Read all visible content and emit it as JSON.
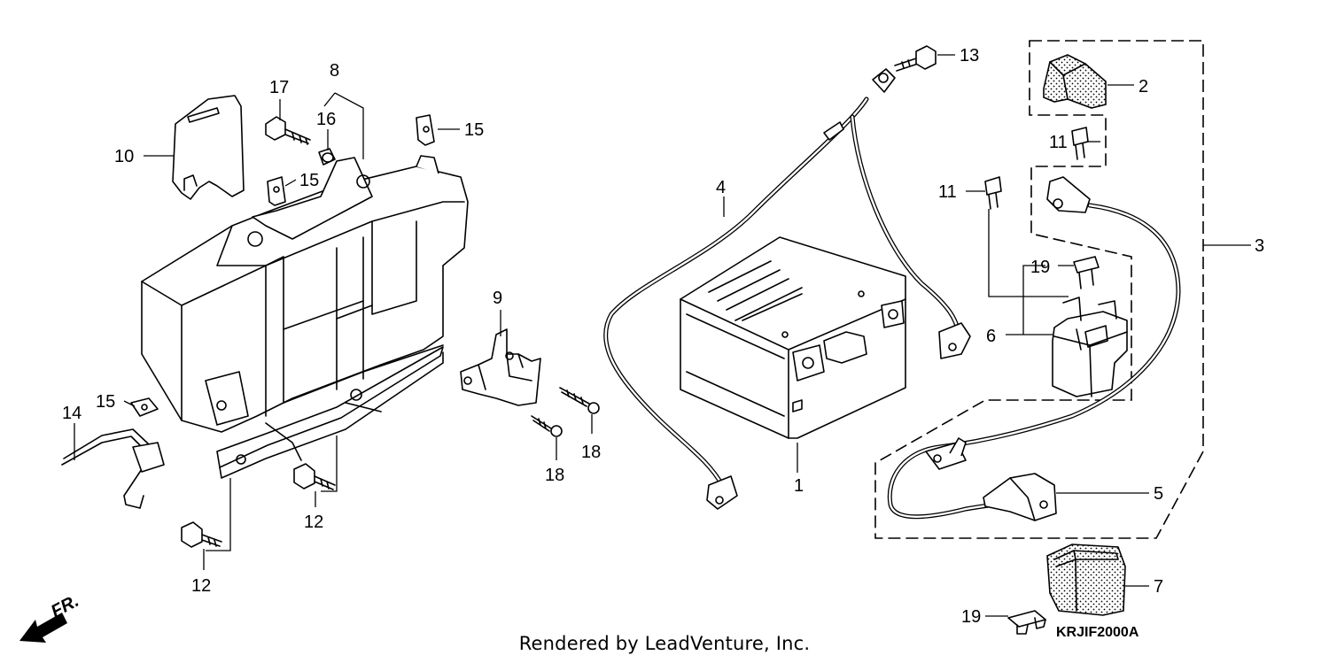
{
  "callouts": [
    {
      "id": "c1",
      "label": "1"
    },
    {
      "id": "c2",
      "label": "2"
    },
    {
      "id": "c3",
      "label": "3"
    },
    {
      "id": "c4",
      "label": "4"
    },
    {
      "id": "c5",
      "label": "5"
    },
    {
      "id": "c6",
      "label": "6"
    },
    {
      "id": "c7",
      "label": "7"
    },
    {
      "id": "c8",
      "label": "8"
    },
    {
      "id": "c9",
      "label": "9"
    },
    {
      "id": "c10",
      "label": "10"
    },
    {
      "id": "c11a",
      "label": "11"
    },
    {
      "id": "c11b",
      "label": "11"
    },
    {
      "id": "c12a",
      "label": "12"
    },
    {
      "id": "c12b",
      "label": "12"
    },
    {
      "id": "c13",
      "label": "13"
    },
    {
      "id": "c14",
      "label": "14"
    },
    {
      "id": "c15a",
      "label": "15"
    },
    {
      "id": "c15b",
      "label": "15"
    },
    {
      "id": "c15c",
      "label": "15"
    },
    {
      "id": "c16",
      "label": "16"
    },
    {
      "id": "c17",
      "label": "17"
    },
    {
      "id": "c18a",
      "label": "18"
    },
    {
      "id": "c18b",
      "label": "18"
    },
    {
      "id": "c19a",
      "label": "19"
    },
    {
      "id": "c19b",
      "label": "19"
    }
  ],
  "front_marker": "FR.",
  "diagram_code": "KRJIF2000A",
  "credit": "Rendered by LeadVenture, Inc."
}
